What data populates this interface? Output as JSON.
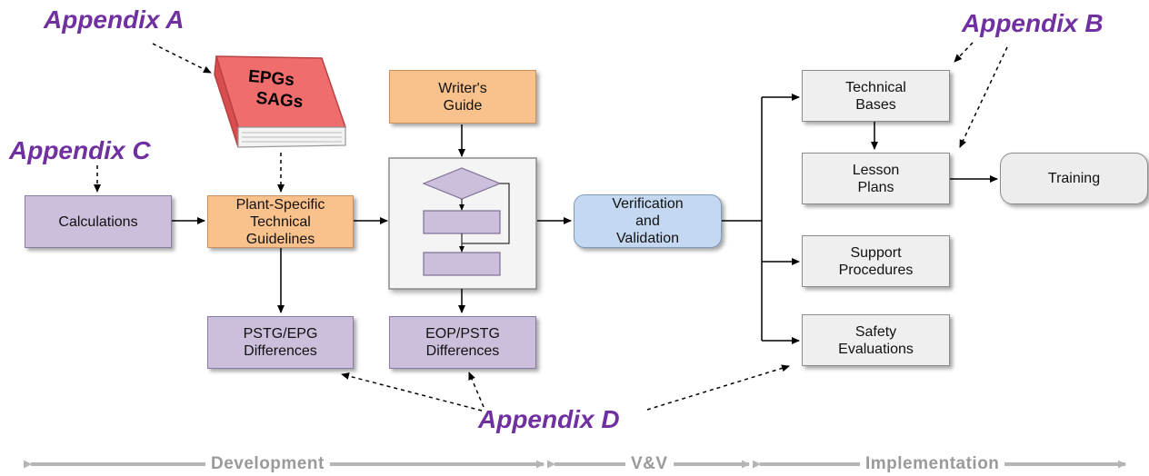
{
  "appendices": {
    "a": "Appendix A",
    "b": "Appendix B",
    "c": "Appendix C",
    "d": "Appendix D"
  },
  "book": {
    "line1": "EPGs",
    "line2": "SAGs"
  },
  "boxes": {
    "calculations": "Calculations",
    "pstg": "Plant-Specific\nTechnical\nGuidelines",
    "writers_guide": "Writer's\nGuide",
    "pstg_epg_diff": "PSTG/EPG\nDifferences",
    "eop_pstg_diff": "EOP/PSTG\nDifferences",
    "vv": "Verification\nand\nValidation",
    "technical_bases": "Technical\nBases",
    "lesson_plans": "Lesson\nPlans",
    "training": "Training",
    "support_procedures": "Support\nProcedures",
    "safety_evaluations": "Safety\nEvaluations"
  },
  "phases": {
    "development": "Development",
    "vv": "V&V",
    "implementation": "Implementation"
  }
}
